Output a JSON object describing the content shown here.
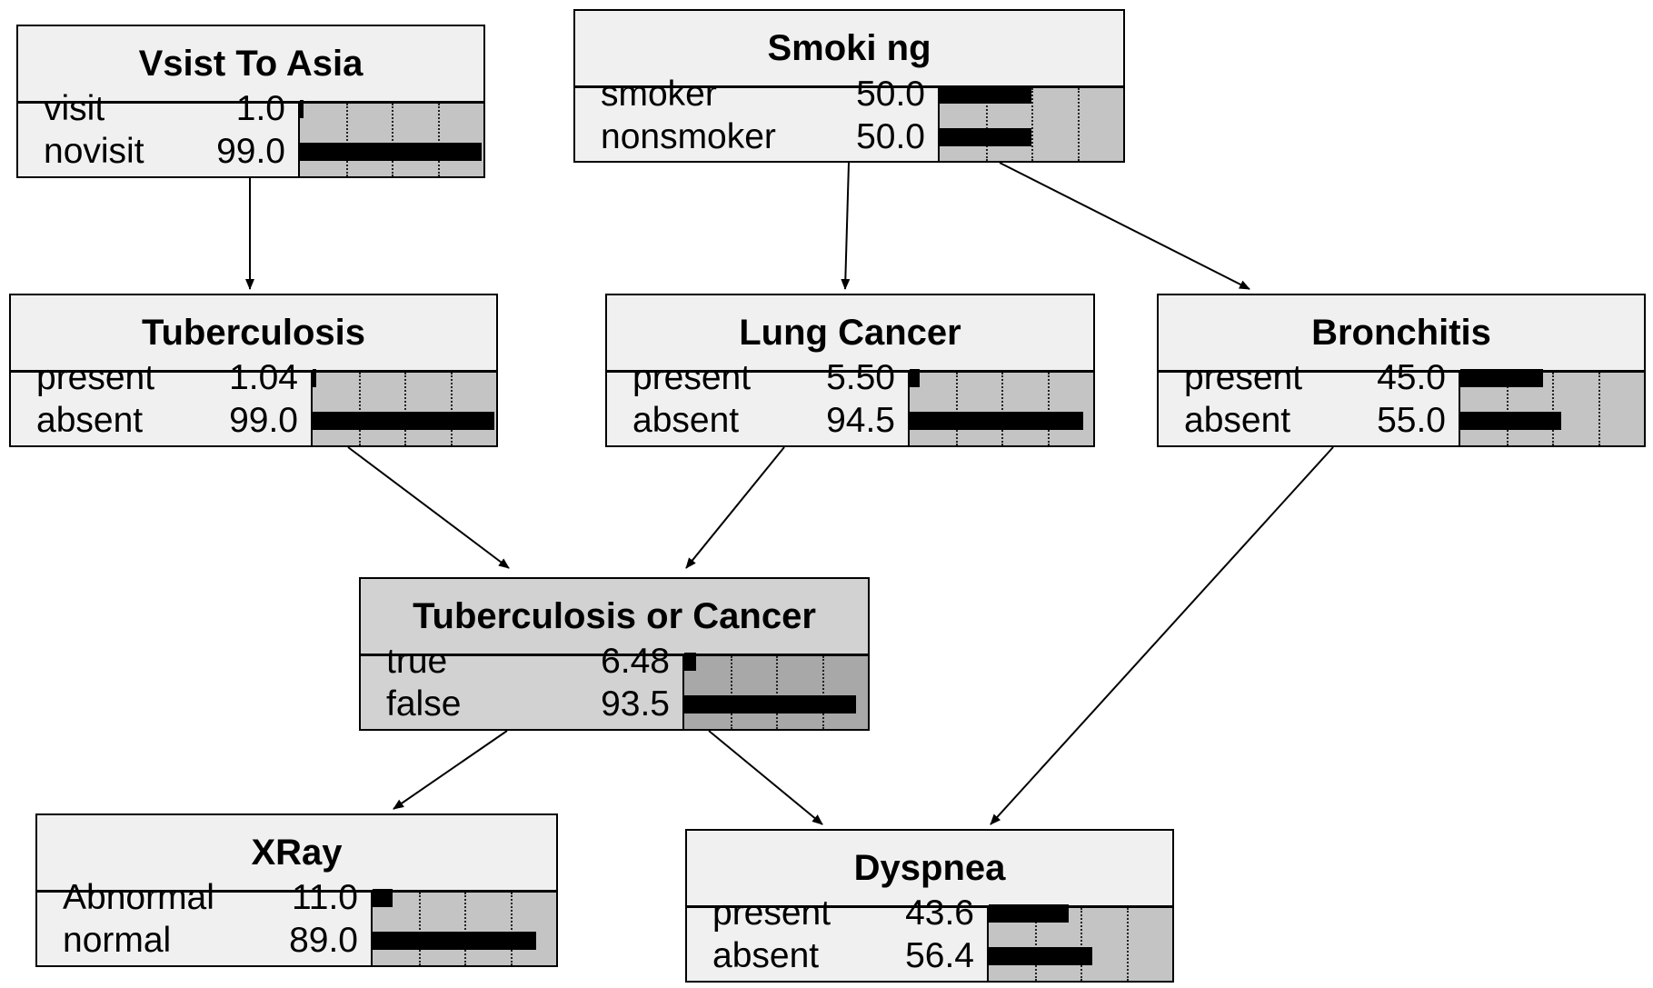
{
  "nodes": [
    {
      "id": "visit-to-asia",
      "title": "Vsist To Asia",
      "shaded": false,
      "states": [
        {
          "label": "visit",
          "value": "1.0",
          "pct": 1.0
        },
        {
          "label": "novisit",
          "value": "99.0",
          "pct": 99.0
        }
      ]
    },
    {
      "id": "smoking",
      "title": "Smoki ng",
      "shaded": false,
      "states": [
        {
          "label": "smoker",
          "value": "50.0",
          "pct": 50.0
        },
        {
          "label": "nonsmoker",
          "value": "50.0",
          "pct": 50.0
        }
      ]
    },
    {
      "id": "tuberculosis",
      "title": "Tuberculosis",
      "shaded": false,
      "states": [
        {
          "label": "present",
          "value": "1.04",
          "pct": 1.04
        },
        {
          "label": "absent",
          "value": "99.0",
          "pct": 99.0
        }
      ]
    },
    {
      "id": "lung-cancer",
      "title": "Lung Cancer",
      "shaded": false,
      "states": [
        {
          "label": "present",
          "value": "5.50",
          "pct": 5.5
        },
        {
          "label": "absent",
          "value": "94.5",
          "pct": 94.5
        }
      ]
    },
    {
      "id": "bronchitis",
      "title": "Bronchitis",
      "shaded": false,
      "states": [
        {
          "label": "present",
          "value": "45.0",
          "pct": 45.0
        },
        {
          "label": "absent",
          "value": "55.0",
          "pct": 55.0
        }
      ]
    },
    {
      "id": "tuberculosis-or-cancer",
      "title": "Tuberculosis or Cancer",
      "shaded": true,
      "states": [
        {
          "label": "true",
          "value": "6.48",
          "pct": 6.48
        },
        {
          "label": "false",
          "value": "93.5",
          "pct": 93.5
        }
      ]
    },
    {
      "id": "xray",
      "title": "XRay",
      "shaded": false,
      "states": [
        {
          "label": "Abnormal",
          "value": "11.0",
          "pct": 11.0
        },
        {
          "label": "normal",
          "value": "89.0",
          "pct": 89.0
        }
      ]
    },
    {
      "id": "dyspnea",
      "title": "Dyspnea",
      "shaded": false,
      "states": [
        {
          "label": "present",
          "value": "43.6",
          "pct": 43.6
        },
        {
          "label": "absent",
          "value": "56.4",
          "pct": 56.4
        }
      ]
    }
  ],
  "edges": [
    {
      "from": "visit-to-asia",
      "to": "tuberculosis"
    },
    {
      "from": "smoking",
      "to": "lung-cancer"
    },
    {
      "from": "smoking",
      "to": "bronchitis"
    },
    {
      "from": "tuberculosis",
      "to": "tuberculosis-or-cancer"
    },
    {
      "from": "lung-cancer",
      "to": "tuberculosis-or-cancer"
    },
    {
      "from": "tuberculosis-or-cancer",
      "to": "xray"
    },
    {
      "from": "tuberculosis-or-cancer",
      "to": "dyspnea"
    },
    {
      "from": "bronchitis",
      "to": "dyspnea"
    }
  ]
}
